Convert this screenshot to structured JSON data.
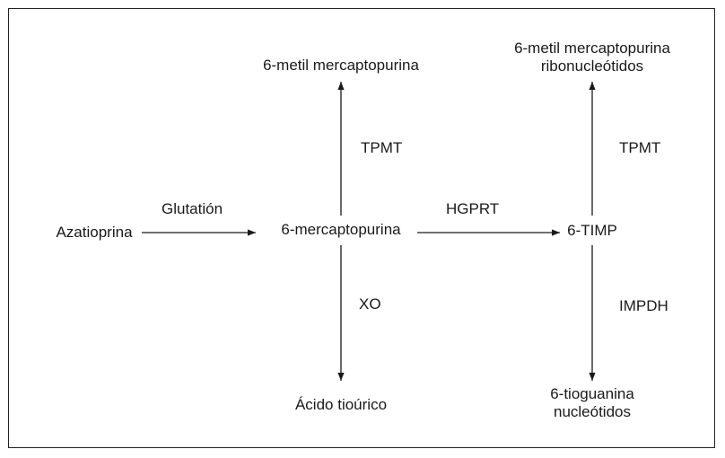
{
  "nodes": {
    "azatioprina": "Azatioprina",
    "mercaptopurina": "6-mercaptopurina",
    "metil_mp": "6-metil mercaptopurina",
    "acido": "Ácido tioúrico",
    "timp": "6-TIMP",
    "metil_ribo_line1": "6-metil mercaptopurina",
    "metil_ribo_line2": "ribonucleótidos",
    "tiog_line1": "6-tioguanina",
    "tiog_line2": "nucleótidos"
  },
  "enzymes": {
    "glutation": "Glutatión",
    "tpmt_1": "TPMT",
    "xo": "XO",
    "hgprt": "HGPRT",
    "tpmt_2": "TPMT",
    "impdh": "IMPDH"
  },
  "colors": {
    "line": "#1a1a1a",
    "border": "#222222",
    "background": "#ffffff"
  }
}
